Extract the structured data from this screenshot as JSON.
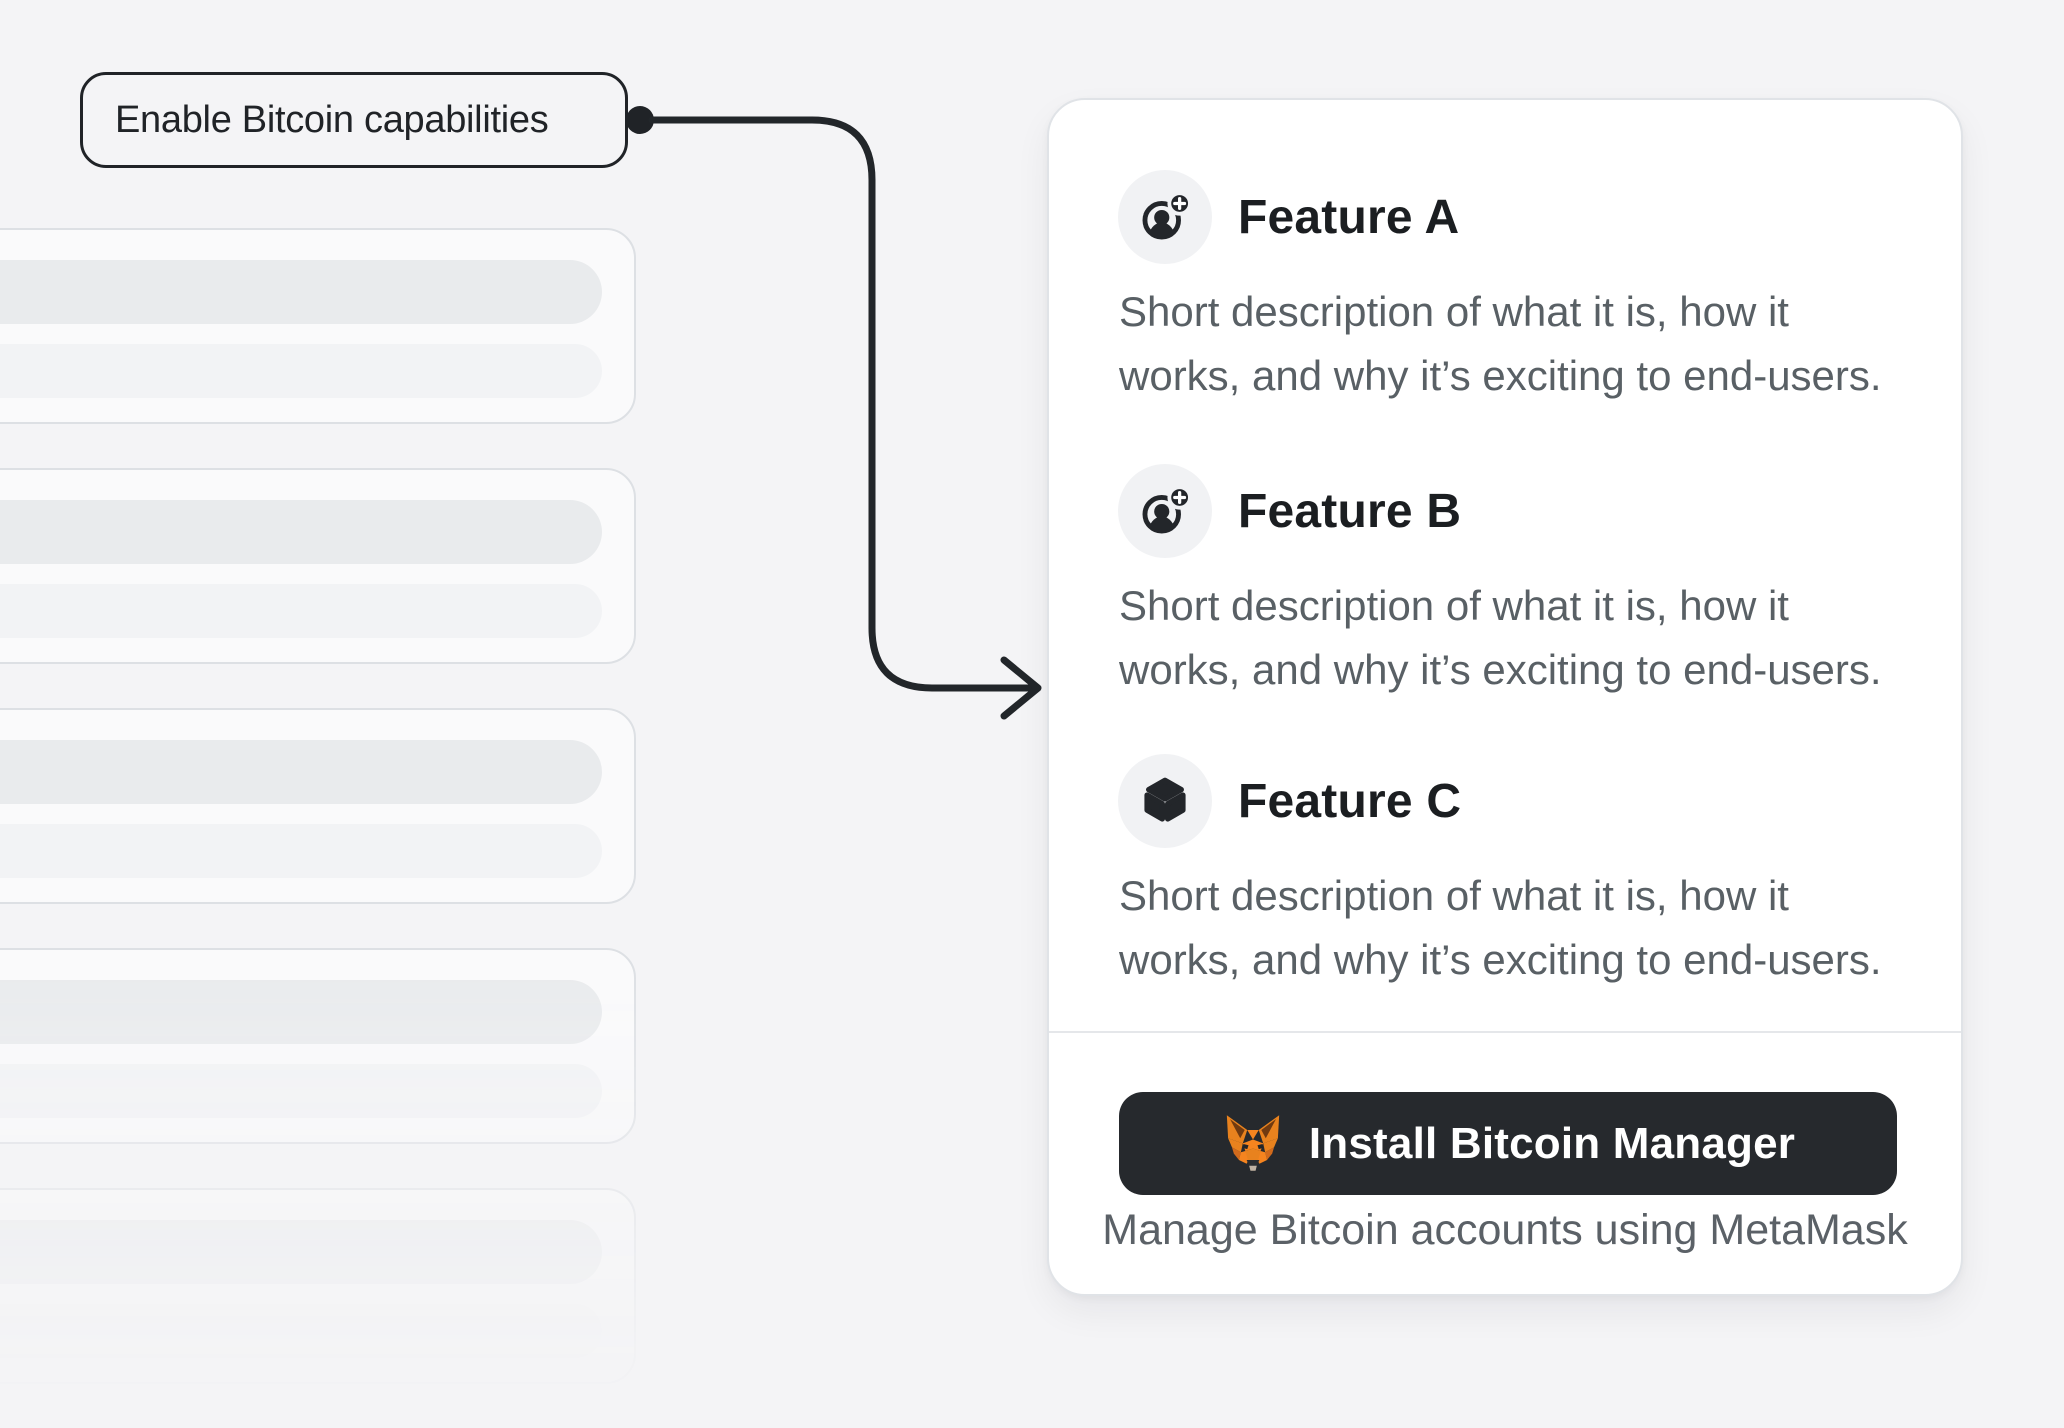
{
  "annotation": {
    "label": "Enable Bitcoin capabilities"
  },
  "panel": {
    "features": [
      {
        "name": "Feature A",
        "icon": "user-add-icon",
        "description": "Short description of what it is, how it\nworks, and why it’s exciting to end-users."
      },
      {
        "name": "Feature B",
        "icon": "user-add-icon",
        "description": "Short description of what it is, how it\nworks, and why it’s exciting to end-users."
      },
      {
        "name": "Feature C",
        "icon": "cube-icon",
        "description": "Short description of what it is, how it\nworks, and why it’s exciting to end-users."
      }
    ],
    "footer": {
      "install_button_label": "Install Bitcoin Manager",
      "install_button_icon": "metamask-fox-icon",
      "caption": "Manage Bitcoin accounts using MetaMask"
    }
  },
  "colors": {
    "page_background": "#f4f4f6",
    "annotation_ink": "#202327",
    "card_background": "#ffffff",
    "card_border": "#e0e3e7",
    "title_text": "#1b1e21",
    "body_text": "#596065",
    "button_background": "#26292d",
    "button_text": "#ffffff",
    "fox_orange": "#f5841f",
    "skeleton_pill_dark": "#e9ebed",
    "skeleton_pill_light": "#f2f3f5"
  }
}
